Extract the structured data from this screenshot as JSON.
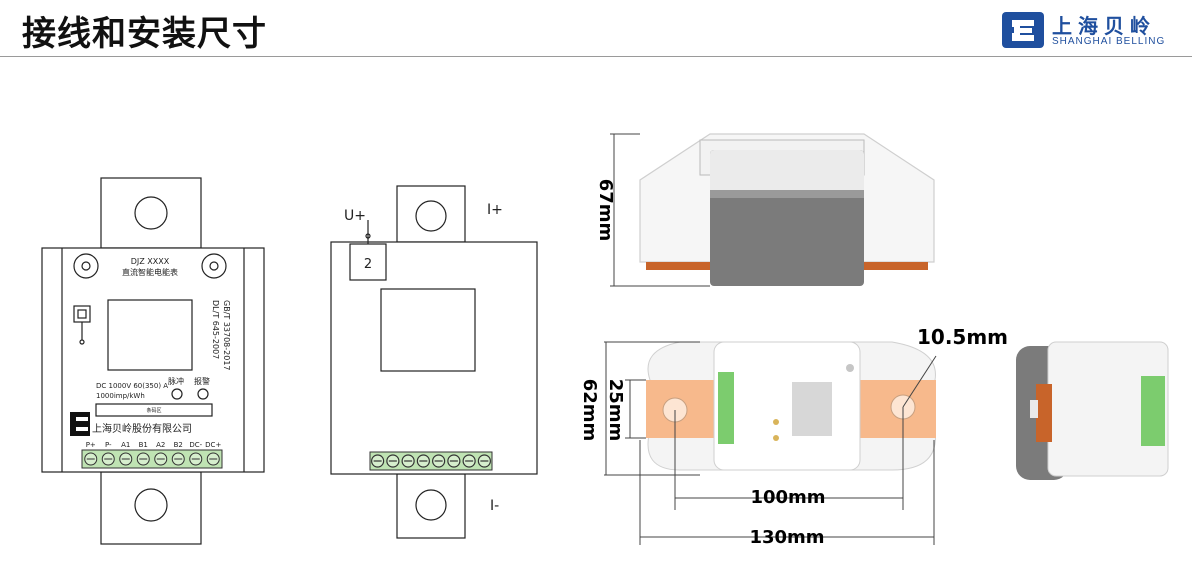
{
  "header": {
    "title": "接线和安装尺寸",
    "brand_cn": "上海贝岭",
    "brand_en": "SHANGHAI BELLING",
    "brand_color": "#1f4f9e"
  },
  "front_view": {
    "model": "DJZ XXXX",
    "product_name": "直流智能电能表",
    "std1": "GB/T 33708-2017",
    "std2": "DL/T 645-2007",
    "rating": "DC 1000V 60(350) A",
    "constant": "1000imp/kWh",
    "pulse_label": "脉冲",
    "alarm_label": "报警",
    "strip_label": "条码区",
    "company": "上海贝岭股份有限公司",
    "terminals": [
      "P+",
      "P-",
      "A1",
      "B1",
      "A2",
      "B2",
      "DC-",
      "DC+"
    ]
  },
  "wiring_view": {
    "u_plus": "U+",
    "port_number": "2",
    "i_plus": "I+",
    "i_minus": "I-"
  },
  "dimensions": {
    "height": "67mm",
    "width": "62mm",
    "copper_width": "25mm",
    "hole_diameter": "10.5mm",
    "hole_spacing": "100mm",
    "total_length": "130mm"
  },
  "colors": {
    "copper": "#f7b98c",
    "copper_dark": "#c8642a",
    "terminal_green": "#7ccc6e",
    "housing_gray": "#7b7b7b"
  }
}
